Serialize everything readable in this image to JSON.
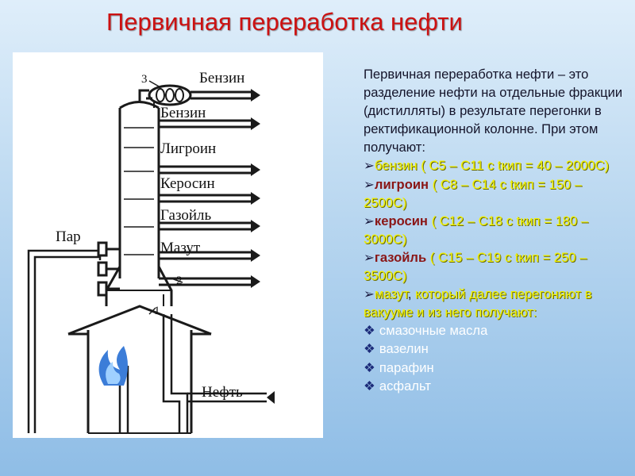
{
  "slide": {
    "title": "Первичная переработка нефти"
  },
  "diagram": {
    "labels": {
      "benzin_top": "Бензин",
      "benzin": "Бензин",
      "ligroin": "Лигроин",
      "kerosin": "Керосин",
      "gazoil": "Газойль",
      "mazut": "Мазут",
      "par": "Пар",
      "neft": "Нефть",
      "num1": "1",
      "num2": "2",
      "num3": "3"
    }
  },
  "text": {
    "intro": "Первичная переработка нефти – это разделение нефти на отдельные фракции (дистилляты) в результате перегонки в ректификационной колонне. При этом получают:",
    "arrow_marker": "➢",
    "fractions": [
      {
        "name": "бензин",
        "formula": " ( C5 – C11  с tкип = 40 – 2000С)"
      },
      {
        "name": "лигроин",
        "formula": " ( C8 – C14  с tкип = 150 – 2500С)"
      },
      {
        "name": "керосин",
        "formula": " ( C12 – C18 с tкип = 180 – 3000С)"
      },
      {
        "name": "газойль",
        "formula": " ( C15 – C19 с tкип = 250 – 3500С)"
      }
    ],
    "mazut": {
      "name": "мазут",
      "comma": ",",
      "rest": " который далее перегоняют в вакууме и из него получают:"
    },
    "bullet_marker": "❖",
    "products": [
      "смазочные масла",
      "вазелин",
      "парафин",
      "асфальт"
    ]
  }
}
